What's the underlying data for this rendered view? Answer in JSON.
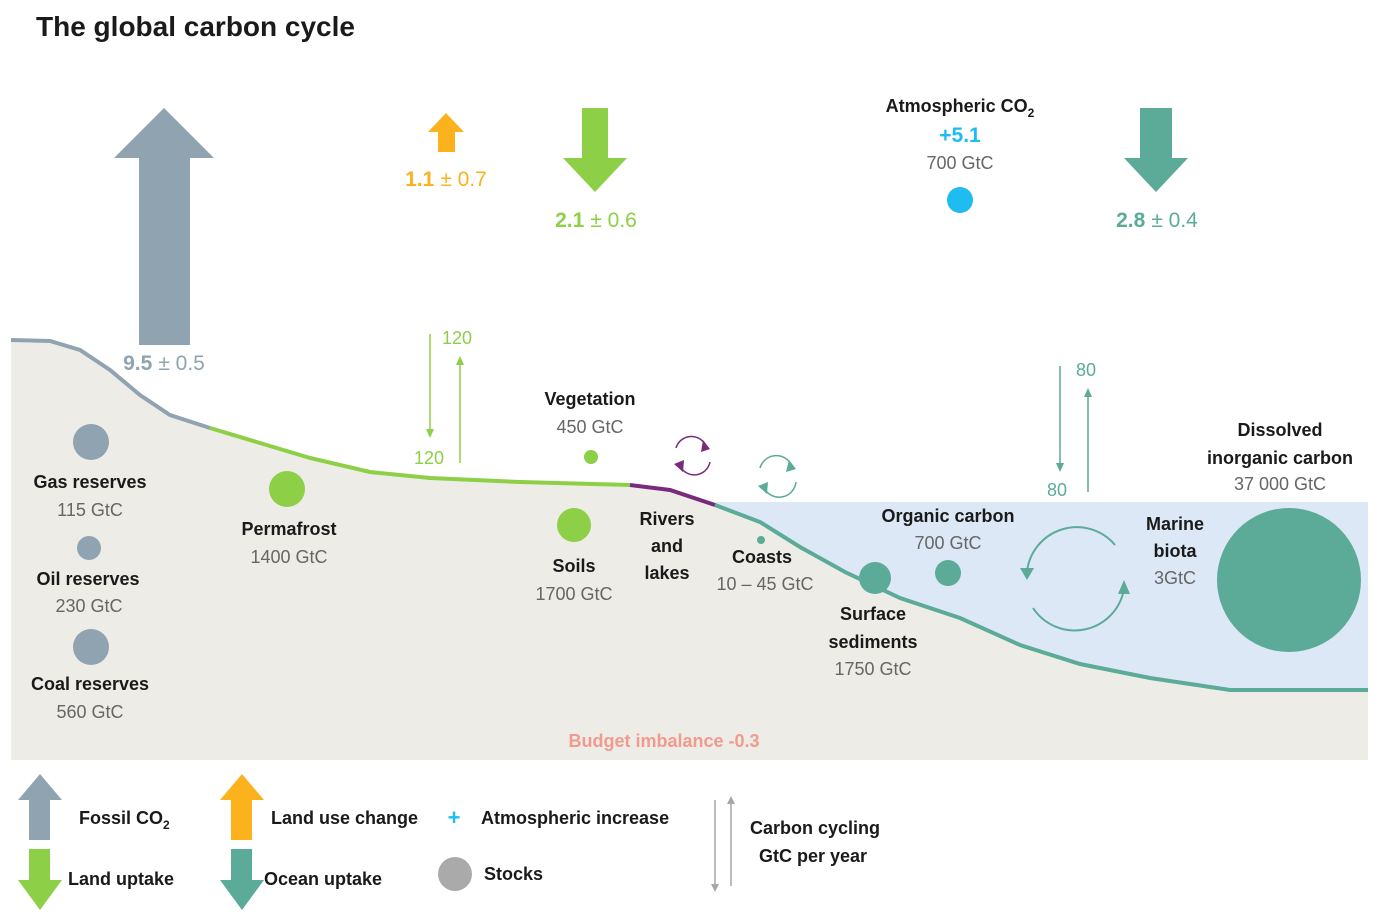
{
  "title": "The global carbon cycle",
  "colors": {
    "fossil": "#8fa3b1",
    "land_use": "#fbb21c",
    "land": "#8dcf46",
    "ocean": "#5bab98",
    "atmosphere": "#1ebcf0",
    "rivers": "#7a2a7b",
    "ground": "#eeece7",
    "water": "#dce8f5",
    "imbalance": "#f19a8f",
    "stocks": "#aaaaaa",
    "cycling": "#a7a7a7",
    "text_dark": "#1a1a1a",
    "text_gray": "#666666"
  },
  "fluxes": {
    "fossil": {
      "value": "9.5",
      "unc": "± 0.5"
    },
    "land_use": {
      "value": "1.1",
      "unc": "± 0.7"
    },
    "land_uptake": {
      "value": "2.1",
      "unc": "± 0.6"
    },
    "ocean_uptake": {
      "value": "2.8",
      "unc": "± 0.4"
    }
  },
  "atmosphere": {
    "label": "Atmospheric CO",
    "sub": "2",
    "increase": "+5.1",
    "stock": "700 GtC"
  },
  "cycling": {
    "land_up": "120",
    "land_down": "120",
    "ocean_up": "80",
    "ocean_down": "80"
  },
  "stocks": {
    "gas": {
      "name": "Gas reserves",
      "value": "115 GtC"
    },
    "oil": {
      "name": "Oil reserves",
      "value": "230 GtC"
    },
    "coal": {
      "name": "Coal reserves",
      "value": "560 GtC"
    },
    "permafrost": {
      "name": "Permafrost",
      "value": "1400 GtC"
    },
    "vegetation": {
      "name": "Vegetation",
      "value": "450 GtC"
    },
    "soils": {
      "name": "Soils",
      "value": "1700 GtC"
    },
    "rivers": {
      "line1": "Rivers",
      "line2": "and",
      "line3": "lakes"
    },
    "coasts": {
      "name": "Coasts",
      "value": "10 – 45 GtC"
    },
    "surface_sediments": {
      "line1": "Surface",
      "line2": "sediments",
      "value": "1750 GtC"
    },
    "organic_carbon": {
      "name": "Organic carbon",
      "value": "700 GtC"
    },
    "marine_biota": {
      "line1": "Marine",
      "line2": "biota",
      "value": "3GtC"
    },
    "dic": {
      "line1": "Dissolved",
      "line2": "inorganic carbon",
      "value": "37 000 GtC"
    }
  },
  "imbalance": "Budget imbalance -0.3",
  "legend": {
    "fossil": "Fossil CO",
    "fossil_sub": "2",
    "land_use": "Land use change",
    "atm_symbol": "+",
    "atm": "Atmospheric increase",
    "cycling_line1": "Carbon cycling",
    "cycling_line2": "GtC per year",
    "land": "Land uptake",
    "ocean": "Ocean uptake",
    "stocks": "Stocks"
  }
}
